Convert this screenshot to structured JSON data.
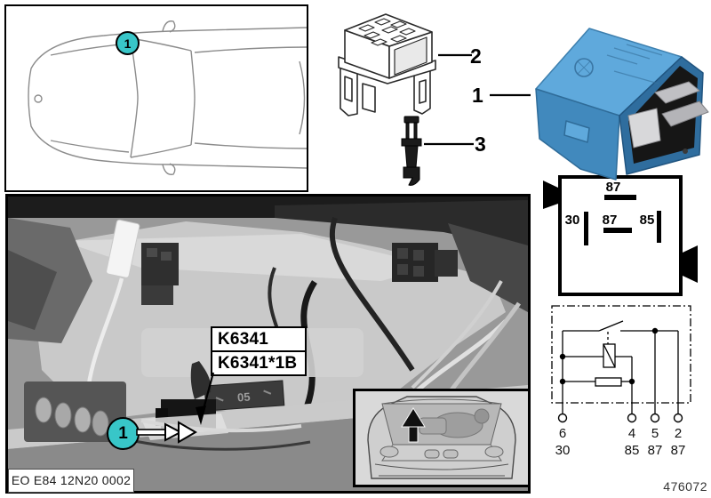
{
  "doc": {
    "number": "476072"
  },
  "callouts": {
    "one": "1",
    "two": "2",
    "three": "3"
  },
  "car_overview": {
    "callout": "1"
  },
  "component_label": {
    "line1": "K6341",
    "line2": "K6341*1B"
  },
  "photo": {
    "caption": "EO E84 12N20 0002",
    "callout": "1",
    "carrier_marking": "05"
  },
  "pinout": {
    "top_87": "87",
    "left_30": "30",
    "mid_87": "87",
    "right_85": "85"
  },
  "schematic": {
    "pins": [
      {
        "terminal": "6",
        "din": "30"
      },
      {
        "terminal": "4",
        "din": "85"
      },
      {
        "terminal": "5",
        "din": "87"
      },
      {
        "terminal": "2",
        "din": "87"
      }
    ]
  },
  "colors": {
    "callout_fill": "#38c6c8",
    "relay_blue": "#5fa9dc",
    "accent_black": "#000000"
  }
}
